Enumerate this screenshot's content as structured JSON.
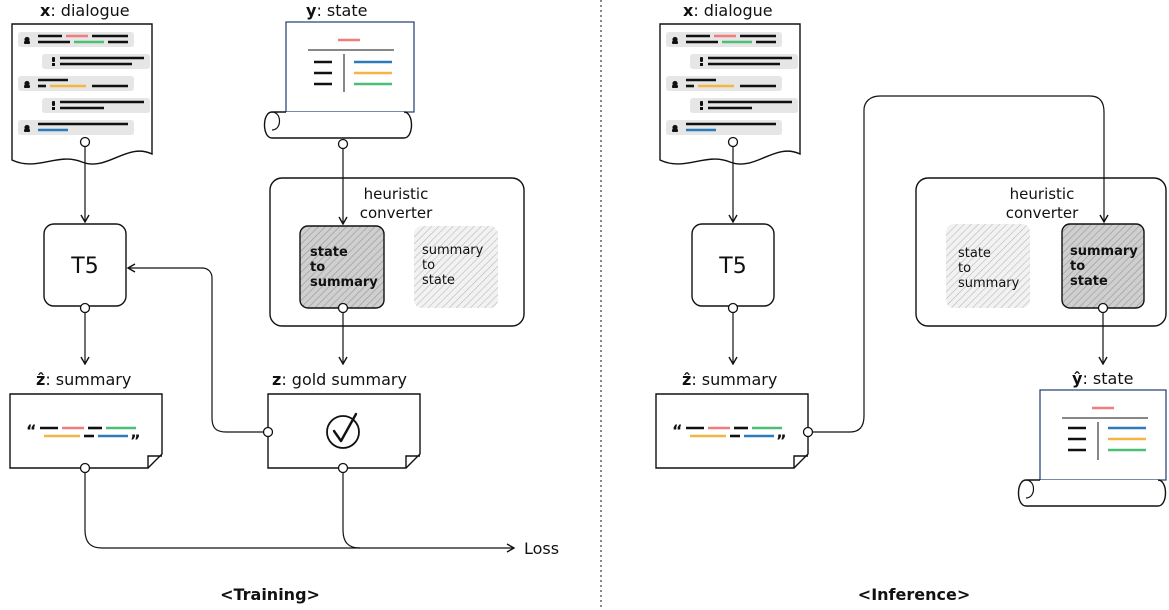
{
  "colors": {
    "stroke": "#111111",
    "red": "#f07c7c",
    "green": "#4bbf73",
    "orange": "#f5b544",
    "blue": "#2c7bbf",
    "bubble": "#e6e6e6",
    "hatch": "#bdbdbd"
  },
  "training": {
    "dialogue_var": "x",
    "dialogue_label": ": dialogue",
    "state_var": "y",
    "state_label": ": state",
    "model": "T5",
    "converter_title_1": "heuristic",
    "converter_title_2": "converter",
    "active_op": [
      "state",
      "to",
      "summary"
    ],
    "inactive_op": [
      "summary",
      "to",
      "state"
    ],
    "pred_var": "ẑ",
    "pred_label": ": summary",
    "gold_var": "z",
    "gold_label": ": gold summary",
    "loss": "Loss",
    "caption": "<Training>"
  },
  "inference": {
    "dialogue_var": "x",
    "dialogue_label": ": dialogue",
    "model": "T5",
    "converter_title_1": "heuristic",
    "converter_title_2": "converter",
    "inactive_op": [
      "state",
      "to",
      "summary"
    ],
    "active_op": [
      "summary",
      "to",
      "state"
    ],
    "pred_var": "ẑ",
    "pred_label": ": summary",
    "state_var": "ŷ",
    "state_label": ": state",
    "caption": "<Inference>"
  },
  "icons": [
    "user-icon",
    "bot-icon",
    "checkmark-icon",
    "quote-open-icon",
    "quote-close-icon"
  ]
}
